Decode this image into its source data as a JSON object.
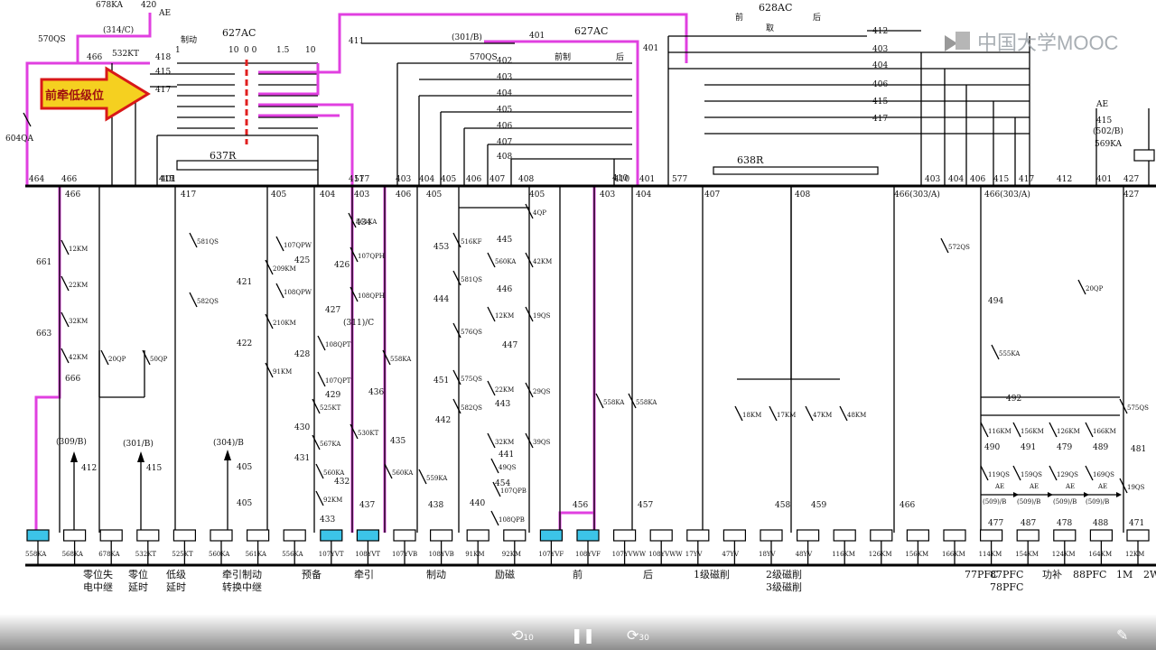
{
  "watermark": {
    "text": "中国大学MOOC"
  },
  "callout": {
    "text": "前牵低级位"
  },
  "labels": {
    "t627a": "627AC",
    "t627b": "627AC",
    "t628": "628AC",
    "t637r": "637R",
    "t638r": "638R",
    "zhidong_top": "制动",
    "qian": "前",
    "hou": "后",
    "qu": "取",
    "qianzhi": "前制",
    "hou2": "后",
    "q570a": "570QS",
    "q570b": "570QS",
    "q604": "604QA",
    "k678": "678KA",
    "k532": "532KT",
    "w420": "420",
    "ae1": "AE",
    "r314": "(314/C)",
    "r301a": "(301/B)",
    "r309": "(309/B)",
    "r301b": "(301/B)",
    "r304": "(304)/B",
    "r311": "(311)/C",
    "r303a": "466(303/A)",
    "r303b": "466(303/A)",
    "r502": "(502/B)",
    "ae2": "AE",
    "w415r": "415",
    "k569": "569KA"
  },
  "wire_numbers_top": [
    "464",
    "466",
    "418",
    "415",
    "417",
    "415",
    "417",
    "401",
    "411",
    "410",
    "577",
    "403",
    "404",
    "405",
    "406",
    "407",
    "408",
    "410",
    "401",
    "577",
    "403",
    "404",
    "406",
    "415",
    "417",
    "412",
    "401",
    "427"
  ],
  "wire_numbers_mid": [
    "466",
    "417",
    "405",
    "404",
    "403",
    "406",
    "405",
    "405",
    "403",
    "404",
    "407",
    "408",
    "466(303/A)",
    "466(303/A)",
    "427"
  ],
  "contacts_mid": [
    "12KM",
    "22KM",
    "32KM",
    "42KM",
    "20QP",
    "50QP",
    "581QS",
    "582QS",
    "209KM",
    "210KM",
    "91KM",
    "107QPW",
    "108QPW",
    "108QPT",
    "107QPT",
    "525KT",
    "567KA",
    "560KA",
    "561KA",
    "107QPH",
    "108QPH",
    "558KA",
    "530KT",
    "560KA",
    "92KM",
    "4QP",
    "516KF",
    "581QS",
    "575QS",
    "582QS",
    "576QS",
    "560KA",
    "12KM",
    "22KM",
    "32KM",
    "42KM",
    "19QS",
    "29QS",
    "39QS",
    "49QS",
    "107QPB",
    "108QPB",
    "559KA",
    "558KA",
    "558KA",
    "18KM",
    "17KM",
    "47KM",
    "48KM",
    "572QS",
    "555KA",
    "116KM",
    "156KM",
    "126KM",
    "166KM",
    "119QS",
    "159QS",
    "129QS",
    "169QS",
    "20QP",
    "575QS",
    "19QS"
  ],
  "wire_numbers_low": [
    "661",
    "663",
    "666",
    "412",
    "415",
    "405",
    "405",
    "421",
    "422",
    "425",
    "426",
    "427",
    "428",
    "429",
    "430",
    "431",
    "432",
    "433",
    "434",
    "435",
    "436",
    "437",
    "438",
    "440",
    "441",
    "442",
    "443",
    "444",
    "445",
    "446",
    "447",
    "451",
    "453",
    "454",
    "456",
    "457",
    "458",
    "459",
    "466",
    "477",
    "478",
    "479",
    "481",
    "487",
    "488",
    "489",
    "490",
    "491",
    "492",
    "494",
    "471"
  ],
  "coils": [
    "558KA",
    "568KA",
    "678KA",
    "532KT",
    "525KT",
    "560KA",
    "561KA",
    "556KA",
    "107YVT",
    "108YVT",
    "107YVB",
    "108YVB",
    "91KM",
    "92KM",
    "107YVF",
    "108YVF",
    "107YVWW",
    "108YVWW",
    "17YV",
    "47YV",
    "18YV",
    "48YV",
    "116KM",
    "126KM",
    "156KM",
    "166KM",
    "114KM",
    "154KM",
    "124KM",
    "164KM",
    "12KM"
  ],
  "coils_highlighted": [
    "558KA",
    "107YVT",
    "108YVT",
    "107YVF",
    "108YVF"
  ],
  "groups_bottom": [
    {
      "line1": "零位失",
      "line2": "电中继"
    },
    {
      "line1": "零位",
      "line2": "延时"
    },
    {
      "line1": "低级",
      "line2": "延时"
    },
    {
      "line1": "牵引制动",
      "line2": "转换中继"
    },
    {
      "line1": "预备",
      "line2": ""
    },
    {
      "line1": "牵引",
      "line2": ""
    },
    {
      "line1": "制动",
      "line2": ""
    },
    {
      "line1": "励磁",
      "line2": ""
    },
    {
      "line1": "前",
      "line2": ""
    },
    {
      "line1": "后",
      "line2": ""
    },
    {
      "line1": "1级磁削",
      "line2": ""
    },
    {
      "line1": "2级磁削",
      "line2": "3级磁削"
    },
    {
      "line1": "77PFC",
      "line2": ""
    },
    {
      "line1": "87PFC",
      "line2": "78PFC"
    },
    {
      "line1": "88PFC",
      "line2": ""
    },
    {
      "line1": "功补",
      "line2": ""
    },
    {
      "line1": "1M",
      "line2": ""
    },
    {
      "line1": "2W",
      "line2": ""
    }
  ],
  "ae_marks": [
    "AE",
    "AE",
    "AE",
    "AE"
  ],
  "r509": [
    "(509)/B",
    "(509)/B",
    "(509)/B",
    "(509)/B"
  ],
  "colors": {
    "highlight": "#e040e0",
    "coil_active": "#3cc4e8",
    "dashed_cam": "#e02020",
    "callout_fill": "#f5d020",
    "callout_border": "#d81818"
  },
  "player": {
    "back": "10",
    "forward": "30"
  }
}
